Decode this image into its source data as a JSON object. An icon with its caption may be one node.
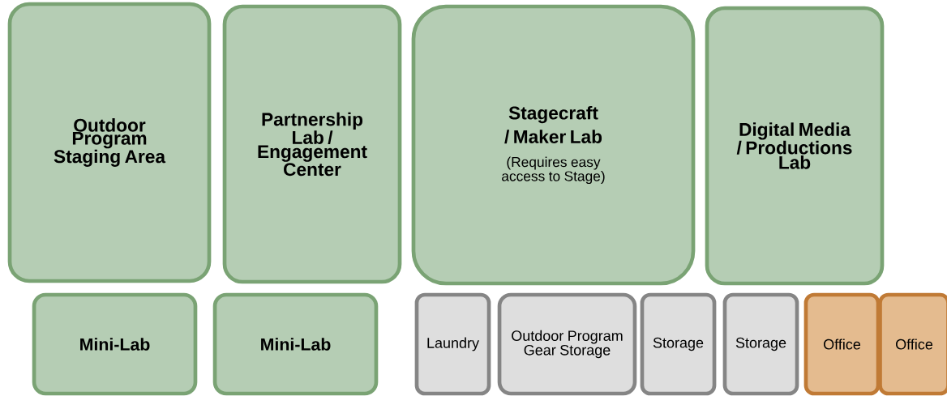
{
  "diagram": {
    "nodes": [
      {
        "text": [
          "Outdoor Program Staging Area"
        ]
      },
      {
        "text": [
          "Partnership Lab / Engagement Center"
        ]
      },
      {
        "text": [
          "Stagecraft / Maker Lab",
          "(Requires easy access to Stage)"
        ]
      },
      {
        "text": [
          "Digital Media / Productions Lab"
        ]
      },
      {
        "text": [
          "Mini-Lab"
        ]
      },
      {
        "text": [
          "Mini-Lab"
        ]
      },
      {
        "text": [
          "Laundry"
        ]
      },
      {
        "text": [
          "Outdoor Program Gear Storage"
        ]
      },
      {
        "text": [
          "Storage"
        ]
      },
      {
        "text": [
          "Storage"
        ]
      },
      {
        "text": [
          "Office"
        ]
      },
      {
        "text": [
          "Office"
        ]
      }
    ]
  }
}
